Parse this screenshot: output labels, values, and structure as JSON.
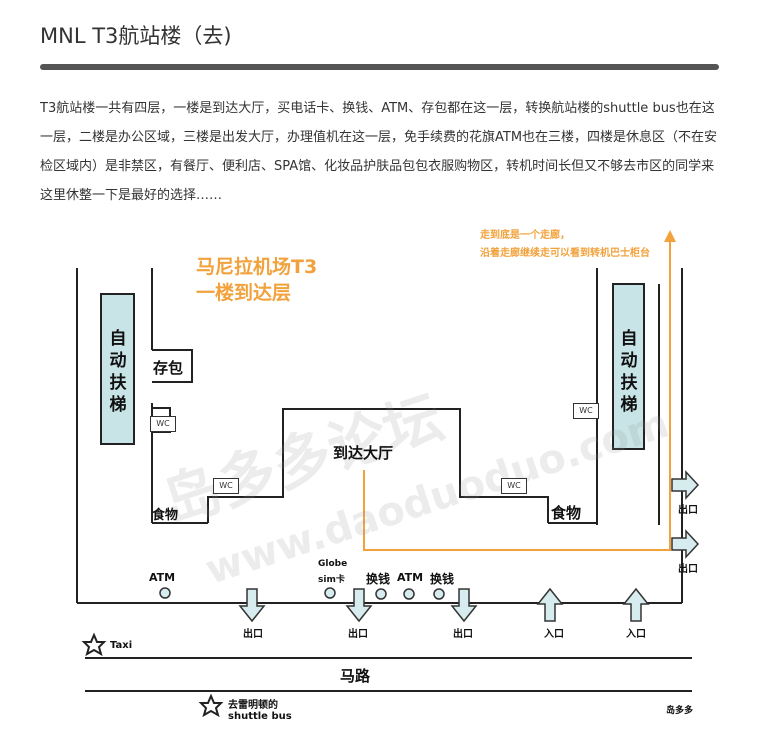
{
  "header": {
    "title": "MNL T3航站楼（去)"
  },
  "article": {
    "paragraph": "T3航站楼一共有四层，一楼是到达大厅，买电话卡、换钱、ATM、存包都在这一层，转换航站楼的shuttle bus也在这一层，二楼是办公区域，三楼是出发大厅，办理值机在这一层，免手续费的花旗ATM也在三楼，四楼是休息区（不在安检区域内）是非禁区，有餐厅、便利店、SPA馆、化妆品护肤品包包衣服购物区，转机时间长但又不够去市区的同学来这里休整一下是最好的选择……"
  },
  "map": {
    "title_line1": "马尼拉机场T3",
    "title_line2": "一楼到达层",
    "note_line1": "走到底是一个走廊，",
    "note_line2": "沿着走廊继续走可以看到转机巴士柜台",
    "escalator_left": [
      "自",
      "动",
      "扶",
      "梯"
    ],
    "escalator_right": [
      "自",
      "动",
      "扶",
      "梯"
    ],
    "storage": "存包",
    "wc": "WC",
    "food_left": "食物",
    "food_right": "食物",
    "arrival_hall": "到达大厅",
    "atm_left": "ATM",
    "globe_line1": "Globe",
    "globe_line2": "sim卡",
    "exchange1": "换钱",
    "atm_mid": "ATM",
    "exchange2": "换钱",
    "exit": "出口",
    "entrance": "入口",
    "taxi": "Taxi",
    "road": "马路",
    "shuttle_line1": "去雷明顿的",
    "shuttle_line2": "shuttle bus",
    "watermark_cn": "岛多多论坛",
    "watermark_en": "www.daoduoduo.com",
    "credit": "岛多多",
    "colors": {
      "escalator_fill": "#c8e4e6",
      "arrow_fill": "#d7ecef",
      "orange": "#f2a23c"
    },
    "icons": [
      "star-icon",
      "arrow-down-icon",
      "arrow-up-icon",
      "arrow-right-icon",
      "circle-marker-icon"
    ]
  }
}
